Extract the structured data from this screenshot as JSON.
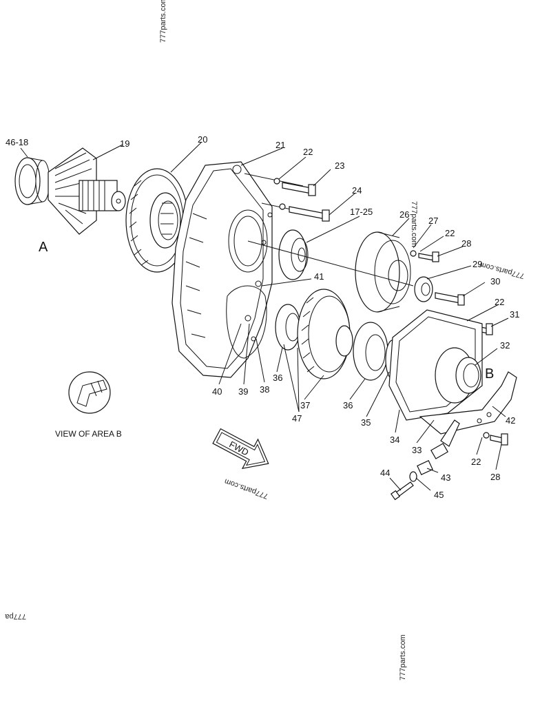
{
  "watermarks": [
    "777parts.com",
    "777parts.com",
    "777pa",
    "777parts.com",
    "777parts.com",
    "777parts.com"
  ],
  "view_labels": {
    "a": "A",
    "b": "B"
  },
  "caption": "VIEW OF AREA B",
  "fwd_label": "FWD",
  "callouts": [
    {
      "id": "c-46-18",
      "text": "46-18"
    },
    {
      "id": "c-19",
      "text": "19"
    },
    {
      "id": "c-20",
      "text": "20"
    },
    {
      "id": "c-21",
      "text": "21"
    },
    {
      "id": "c-22a",
      "text": "22"
    },
    {
      "id": "c-23",
      "text": "23"
    },
    {
      "id": "c-24",
      "text": "24"
    },
    {
      "id": "c-17-25",
      "text": "17-25"
    },
    {
      "id": "c-26",
      "text": "26"
    },
    {
      "id": "c-27",
      "text": "27"
    },
    {
      "id": "c-22b",
      "text": "22"
    },
    {
      "id": "c-28a",
      "text": "28"
    },
    {
      "id": "c-29",
      "text": "29"
    },
    {
      "id": "c-30",
      "text": "30"
    },
    {
      "id": "c-41",
      "text": "41"
    },
    {
      "id": "c-22c",
      "text": "22"
    },
    {
      "id": "c-31",
      "text": "31"
    },
    {
      "id": "c-32",
      "text": "32"
    },
    {
      "id": "c-40",
      "text": "40"
    },
    {
      "id": "c-39",
      "text": "39"
    },
    {
      "id": "c-38",
      "text": "38"
    },
    {
      "id": "c-36a",
      "text": "36"
    },
    {
      "id": "c-37",
      "text": "37"
    },
    {
      "id": "c-47",
      "text": "47"
    },
    {
      "id": "c-36b",
      "text": "36"
    },
    {
      "id": "c-35",
      "text": "35"
    },
    {
      "id": "c-34",
      "text": "34"
    },
    {
      "id": "c-33",
      "text": "33"
    },
    {
      "id": "c-42",
      "text": "42"
    },
    {
      "id": "c-22d",
      "text": "22"
    },
    {
      "id": "c-28b",
      "text": "28"
    },
    {
      "id": "c-43",
      "text": "43"
    },
    {
      "id": "c-44",
      "text": "44"
    },
    {
      "id": "c-45",
      "text": "45"
    }
  ]
}
